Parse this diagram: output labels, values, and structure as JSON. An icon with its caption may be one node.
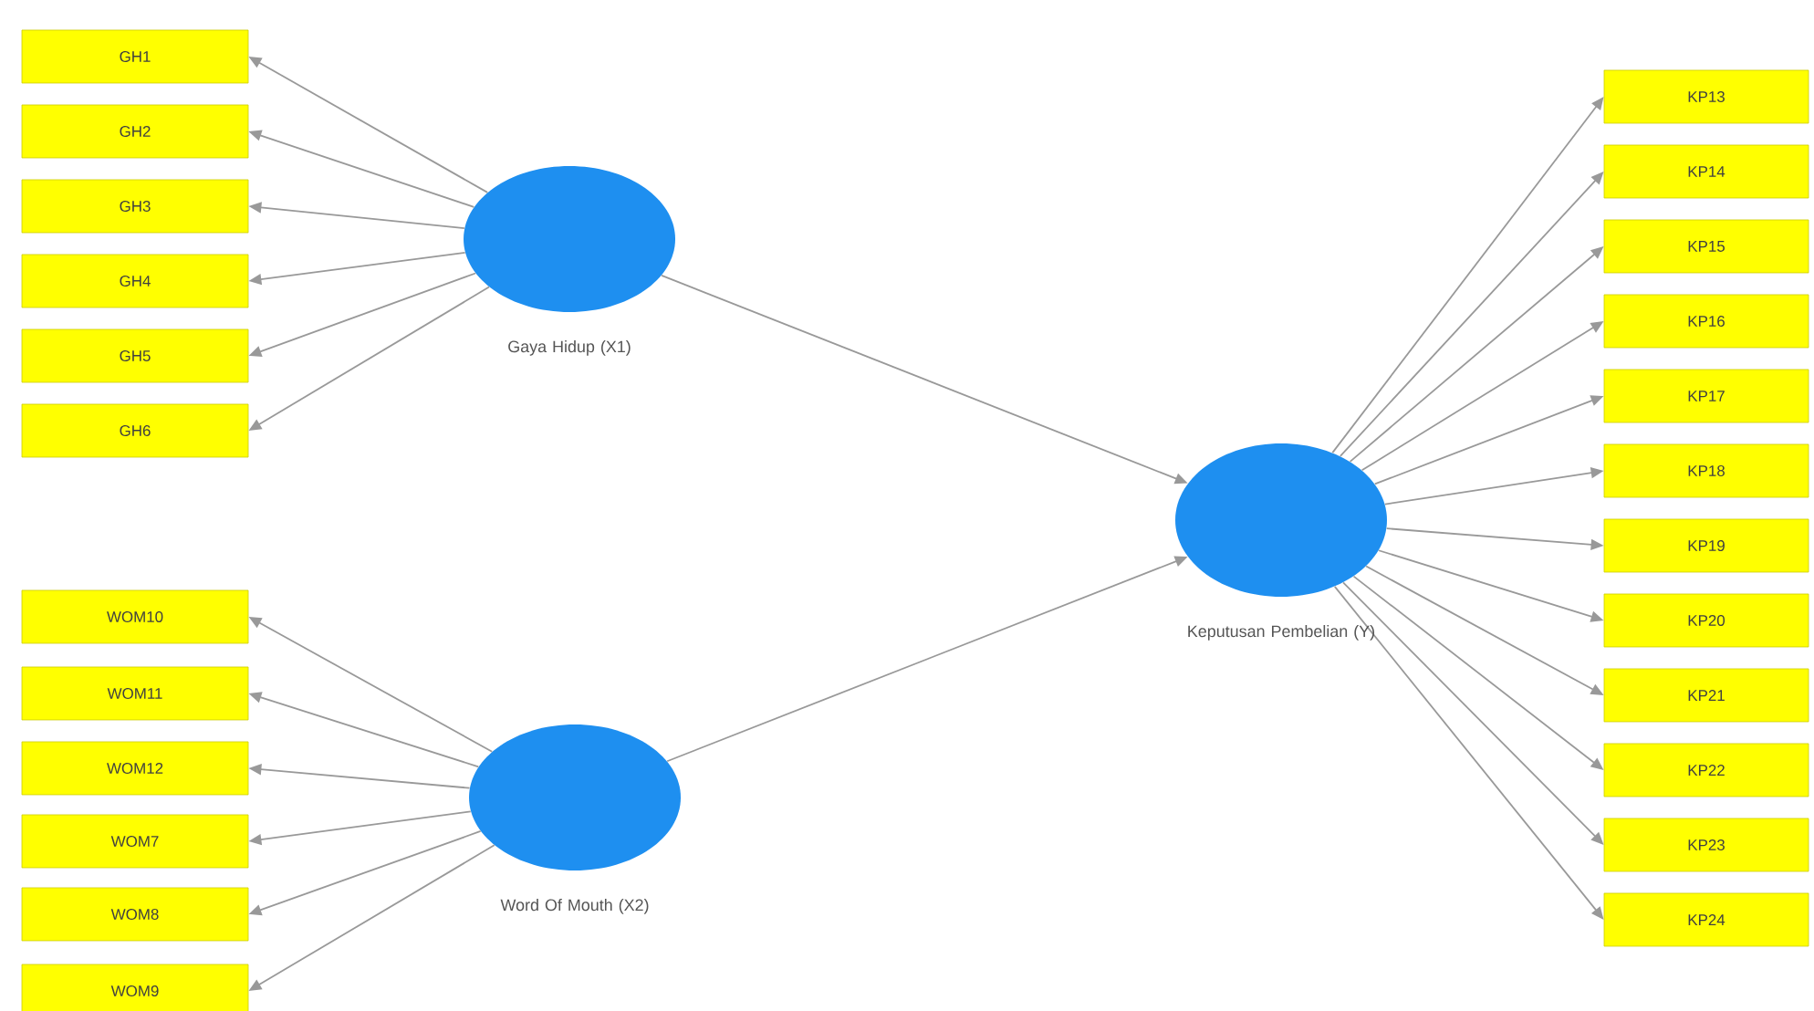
{
  "diagram": {
    "nodes": [
      {
        "text": [],
        "shape": "circle",
        "beside": [
          "Gaya Hidup (X1)"
        ]
      },
      {
        "text": [
          "GH1"
        ]
      },
      {
        "text": [
          "GH2"
        ]
      },
      {
        "text": [
          "GH3"
        ]
      },
      {
        "text": [
          "GH4"
        ]
      },
      {
        "text": [
          "GH5"
        ]
      },
      {
        "text": [
          "GH6"
        ]
      },
      {
        "text": [],
        "shape": "circle",
        "beside": [
          "Word Of Mouth (X2)"
        ]
      },
      {
        "text": [
          "WOM10"
        ]
      },
      {
        "text": [
          "WOM11"
        ]
      },
      {
        "text": [
          "WOM12"
        ]
      },
      {
        "text": [
          "WOM7"
        ]
      },
      {
        "text": [
          "WOM8"
        ]
      },
      {
        "text": [
          "WOM9"
        ]
      },
      {
        "text": [],
        "shape": "circle",
        "beside": [
          "Keputusan Pembelian (Y)"
        ]
      },
      {
        "text": [
          "KP13"
        ]
      },
      {
        "text": [
          "KP14"
        ]
      },
      {
        "text": [
          "KP15"
        ]
      },
      {
        "text": [
          "KP16"
        ]
      },
      {
        "text": [
          "KP17"
        ]
      },
      {
        "text": [
          "KP18"
        ]
      },
      {
        "text": [
          "KP19"
        ]
      },
      {
        "text": [
          "KP20"
        ]
      },
      {
        "text": [
          "KP21"
        ]
      },
      {
        "text": [
          "KP22"
        ]
      },
      {
        "text": [
          "KP23"
        ]
      },
      {
        "text": [
          "KP24"
        ]
      }
    ],
    "edges": [
      {
        "from": 0,
        "to": 1,
        "arrow": "to"
      },
      {
        "from": 0,
        "to": 2,
        "arrow": "to"
      },
      {
        "from": 0,
        "to": 3,
        "arrow": "to"
      },
      {
        "from": 0,
        "to": 4,
        "arrow": "to"
      },
      {
        "from": 0,
        "to": 5,
        "arrow": "to"
      },
      {
        "from": 0,
        "to": 6,
        "arrow": "to"
      },
      {
        "from": 7,
        "to": 8,
        "arrow": "to"
      },
      {
        "from": 7,
        "to": 9,
        "arrow": "to"
      },
      {
        "from": 7,
        "to": 10,
        "arrow": "to"
      },
      {
        "from": 7,
        "to": 11,
        "arrow": "to"
      },
      {
        "from": 7,
        "to": 12,
        "arrow": "to"
      },
      {
        "from": 7,
        "to": 13,
        "arrow": "to"
      },
      {
        "from": 0,
        "to": 14,
        "arrow": "to"
      },
      {
        "from": 7,
        "to": 14,
        "arrow": "to"
      },
      {
        "from": 14,
        "to": 15,
        "arrow": "to"
      },
      {
        "from": 14,
        "to": 16,
        "arrow": "to"
      },
      {
        "from": 14,
        "to": 17,
        "arrow": "to"
      },
      {
        "from": 14,
        "to": 18,
        "arrow": "to"
      },
      {
        "from": 14,
        "to": 19,
        "arrow": "to"
      },
      {
        "from": 14,
        "to": 20,
        "arrow": "to"
      },
      {
        "from": 14,
        "to": 21,
        "arrow": "to"
      },
      {
        "from": 14,
        "to": 22,
        "arrow": "to"
      },
      {
        "from": 14,
        "to": 23,
        "arrow": "to"
      },
      {
        "from": 14,
        "to": 24,
        "arrow": "to"
      },
      {
        "from": 14,
        "to": 25,
        "arrow": "to"
      },
      {
        "from": 14,
        "to": 26,
        "arrow": "to"
      }
    ]
  }
}
